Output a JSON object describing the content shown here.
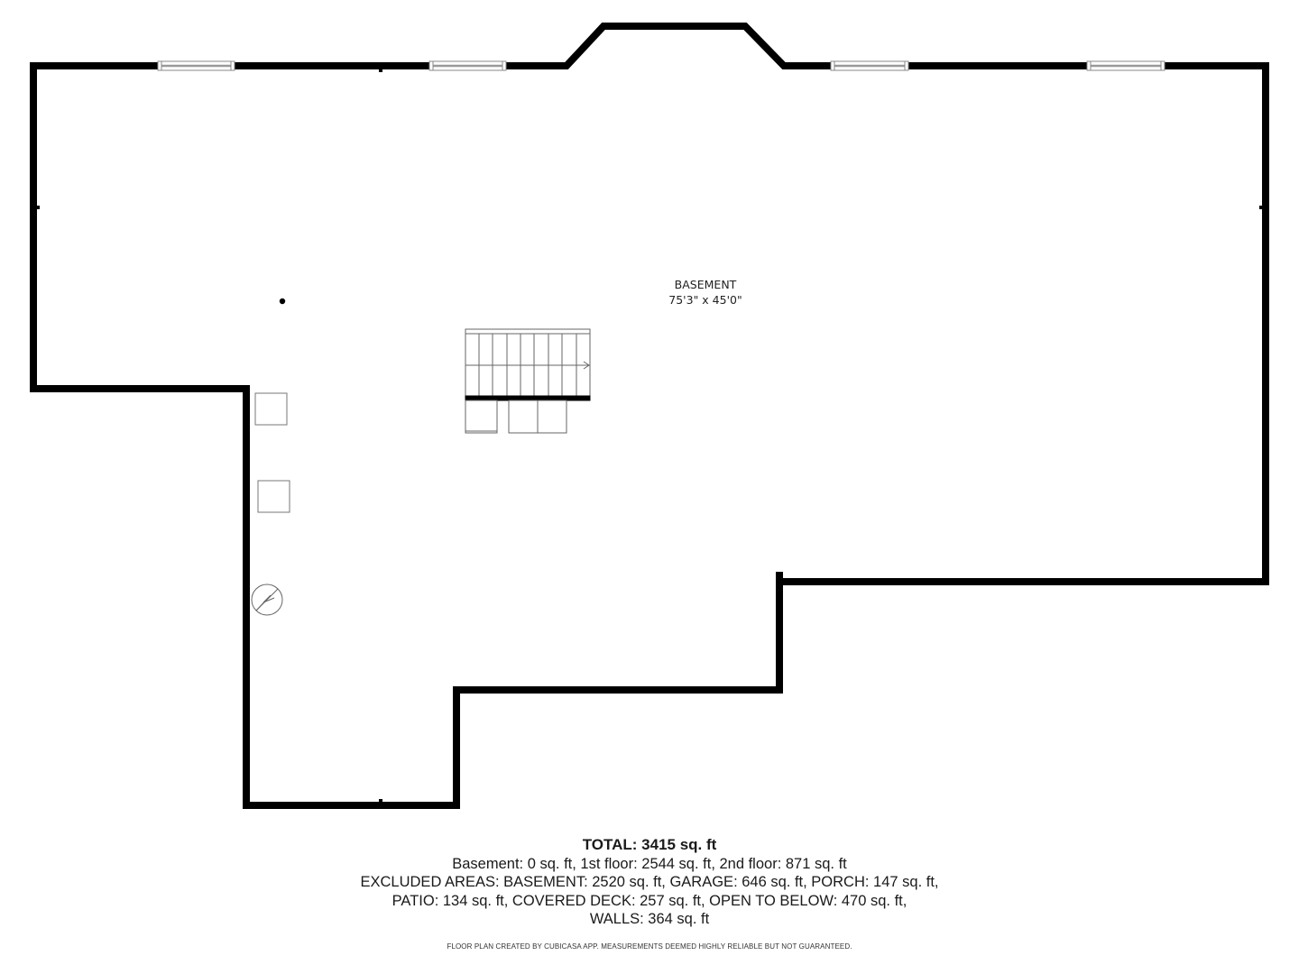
{
  "room": {
    "name": "BASEMENT",
    "dimensions": "75'3\" x 45'0\""
  },
  "summary": {
    "total": "TOTAL: 3415 sq. ft",
    "line1": "Basement: 0 sq. ft, 1st floor: 2544 sq. ft, 2nd floor: 871 sq. ft",
    "line2": "EXCLUDED AREAS: BASEMENT: 2520 sq. ft, GARAGE: 646 sq. ft, PORCH: 147 sq. ft,",
    "line3": "PATIO: 134 sq. ft, COVERED DECK: 257 sq. ft, OPEN TO BELOW: 470 sq. ft,",
    "line4": "WALLS: 364 sq. ft"
  },
  "footer": {
    "disclaimer": "FLOOR PLAN CREATED BY CUBICASA APP. MEASUREMENTS DEEMED HIGHLY RELIABLE BUT NOT GUARANTEED."
  },
  "icons": {
    "stairs": "stairs-icon",
    "electrical_panel": "electrical-panel-icon",
    "fixture_box": "fixture-box-icon",
    "window": "window-icon",
    "post": "post-icon"
  },
  "colors": {
    "wall": "#000000",
    "fixture_stroke": "#777777",
    "window_stroke": "#999999",
    "background": "#ffffff"
  }
}
